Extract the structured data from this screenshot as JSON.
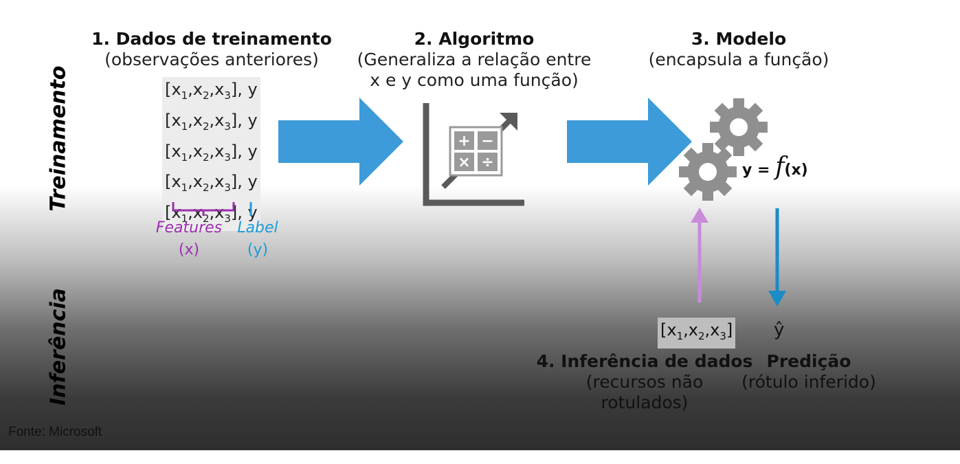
{
  "row_labels": {
    "training": "Treinamento",
    "inference": "Inferência"
  },
  "step1": {
    "title": "1. Dados de treinamento",
    "subtitle": "(observações anteriores)",
    "rows": [
      {
        "prefix": "[x",
        "s1": "1",
        "mid1": ",x",
        "s2": "2",
        "mid2": ",x",
        "s3": "3",
        "suffix": "], y"
      },
      {
        "prefix": "[x",
        "s1": "1",
        "mid1": ",x",
        "s2": "2",
        "mid2": ",x",
        "s3": "3",
        "suffix": "], y"
      },
      {
        "prefix": "[x",
        "s1": "1",
        "mid1": ",x",
        "s2": "2",
        "mid2": ",x",
        "s3": "3",
        "suffix": "], y"
      },
      {
        "prefix": "[x",
        "s1": "1",
        "mid1": ",x",
        "s2": "2",
        "mid2": ",x",
        "s3": "3",
        "suffix": "], y"
      },
      {
        "prefix": "[x",
        "s1": "1",
        "mid1": ",x",
        "s2": "2",
        "mid2": ",x",
        "s3": "3",
        "suffix": "], y"
      }
    ],
    "features_label": "Features",
    "features_var": "(x)",
    "label_label": "Label",
    "label_var": "(y)"
  },
  "step2": {
    "title": "2. Algoritmo",
    "subtitle_line1": "(Generaliza a relação entre",
    "subtitle_line2": "x e y como uma função)",
    "icon": "calculator-chart-icon"
  },
  "step3": {
    "title": "3. Modelo",
    "subtitle": "(encapsula a função)",
    "formula_lhs": "y = ",
    "formula_f": "f",
    "formula_rhs": "(x)",
    "icon": "gears-icon"
  },
  "step4": {
    "input_prefix": "[x",
    "s1": "1",
    "mid1": ",x",
    "s2": "2",
    "mid2": ",x",
    "s3": "3",
    "input_suffix": "]",
    "title": "4. Inferência de dados",
    "subtitle_line1": "(recursos não",
    "subtitle_line2": "rotulados)"
  },
  "prediction": {
    "symbol": "ŷ",
    "title": "Predição",
    "subtitle": "(rótulo inferido)"
  },
  "source": "Fonte: Microsoft",
  "colors": {
    "big_arrow": "#3d9bd9",
    "features": "#9b2fae",
    "label": "#1f9ad6",
    "inference_arrow": "#c98ad8",
    "prediction_arrow": "#1b8cc6",
    "icon_gray": "#5a5a5a",
    "gear_gray": "#8f8f8f"
  }
}
